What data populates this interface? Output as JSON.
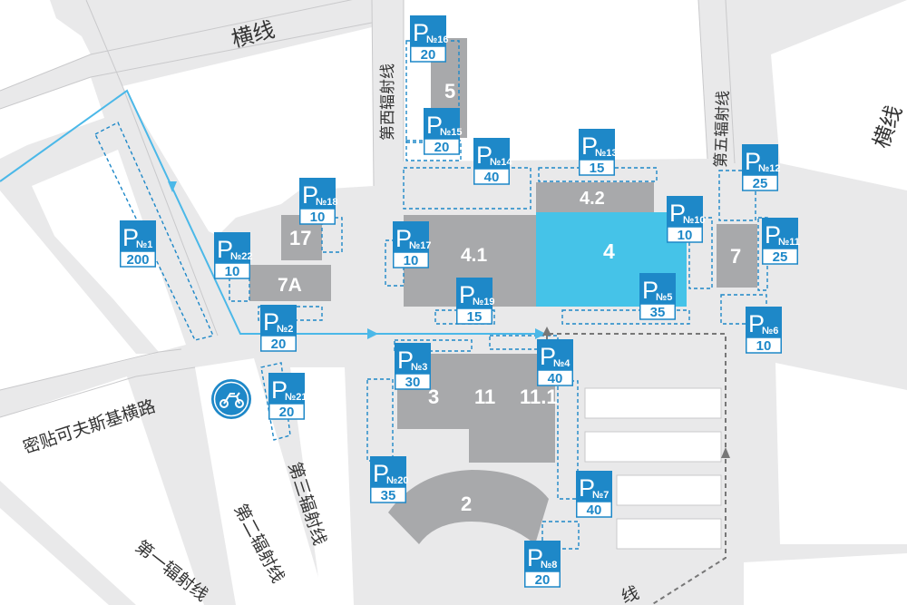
{
  "colors": {
    "background": "#e9e9ea",
    "block": "#ffffff",
    "building": "#a8a9ab",
    "highlight": "#45c3e8",
    "parking": "#1e88c8",
    "route": "#4bb8e8",
    "dash_route": "#777777"
  },
  "roads": {
    "hengxian": "横线",
    "west_radial": "第西辐射线",
    "fifth_radial": "第五辐射线",
    "mizhi": "密贴可夫斯基横路",
    "third_radial": "第三辐射线",
    "second_radial": "第二辐射线",
    "first_radial": "第一辐射线",
    "line_bottom": "线"
  },
  "buildings": {
    "b5": "5",
    "b42": "4.2",
    "b41": "4.1",
    "b4": "4",
    "b7": "7",
    "b17": "17",
    "b7a": "7A",
    "b3": "3",
    "b11": "11",
    "b111": "11.1",
    "b2": "2"
  },
  "parking": [
    {
      "num": "№1",
      "cap": "200"
    },
    {
      "num": "№2",
      "cap": "20"
    },
    {
      "num": "№3",
      "cap": "30"
    },
    {
      "num": "№4",
      "cap": "40"
    },
    {
      "num": "№5",
      "cap": "35"
    },
    {
      "num": "№6",
      "cap": "10"
    },
    {
      "num": "№7",
      "cap": "40"
    },
    {
      "num": "№8",
      "cap": "20"
    },
    {
      "num": "№10",
      "cap": "10"
    },
    {
      "num": "№11",
      "cap": "25"
    },
    {
      "num": "№12",
      "cap": "25"
    },
    {
      "num": "№13",
      "cap": "15"
    },
    {
      "num": "№14",
      "cap": "40"
    },
    {
      "num": "№15",
      "cap": "20"
    },
    {
      "num": "№16",
      "cap": "20"
    },
    {
      "num": "№17",
      "cap": "10"
    },
    {
      "num": "№18",
      "cap": "10"
    },
    {
      "num": "№19",
      "cap": "15"
    },
    {
      "num": "№20",
      "cap": "35"
    },
    {
      "num": "№21",
      "cap": "20"
    },
    {
      "num": "№22",
      "cap": "10"
    }
  ],
  "parking_letter": "P",
  "icons": {
    "motorcycle": "motorcycle-icon"
  }
}
